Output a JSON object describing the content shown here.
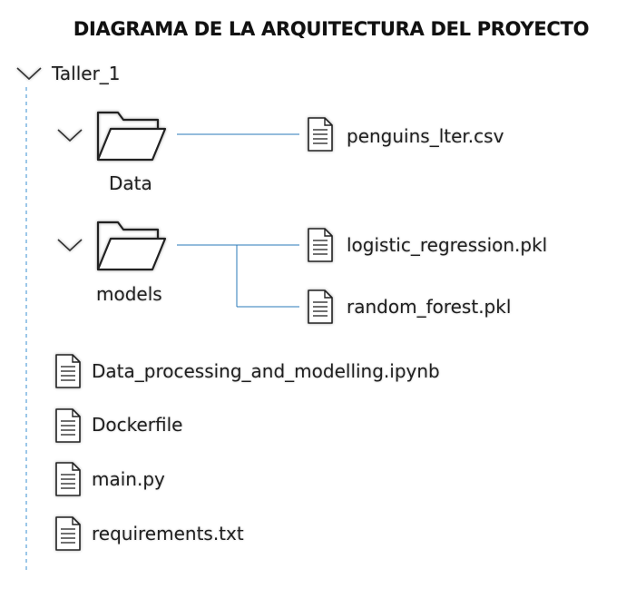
{
  "title": "DIAGRAMA DE LA ARQUITECTURA DEL PROYECTO",
  "root": {
    "label": "Taller_1",
    "icon": "chevron-down-icon"
  },
  "folders": [
    {
      "label": "Data",
      "icon": "folder-open-icon",
      "files": [
        "penguins_lter.csv"
      ]
    },
    {
      "label": "models",
      "icon": "folder-open-icon",
      "files": [
        "logistic_regression.pkl",
        "random_forest.pkl"
      ]
    }
  ],
  "root_files": [
    "Data_processing_and_modelling.ipynb",
    "Dockerfile",
    "main.py",
    "requirements.txt"
  ],
  "colors": {
    "connector": "#2a7ab8",
    "guide": "#3a8fd0",
    "text": "#1f1f1f"
  }
}
